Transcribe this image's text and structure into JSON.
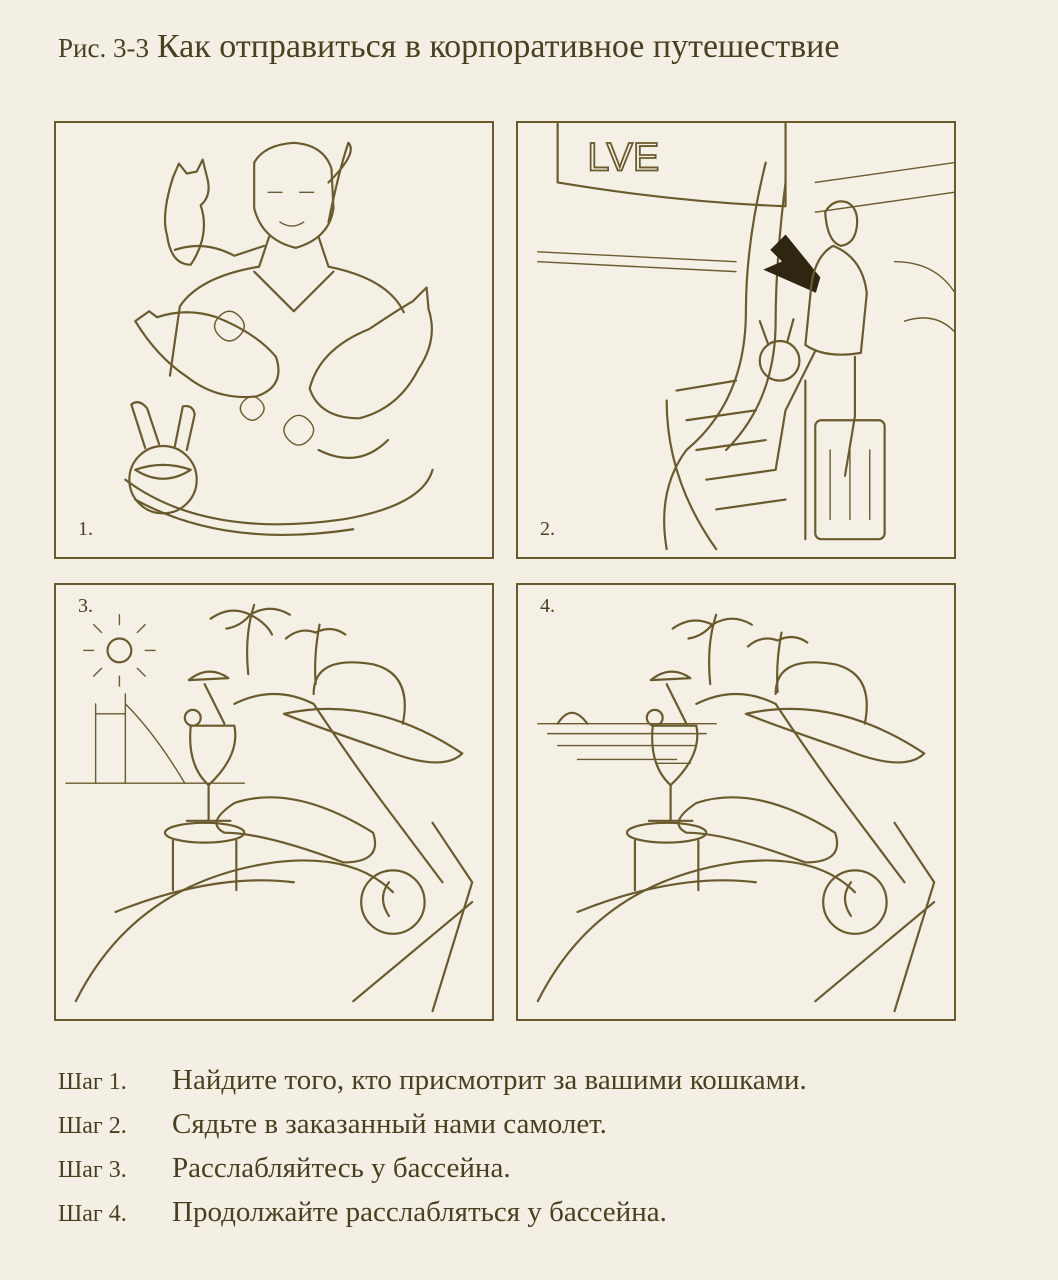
{
  "caption": {
    "figure": "Рис. 3-3",
    "title": "Как отправиться в корпоративное путешествие"
  },
  "panels": [
    {
      "number": "1.",
      "sign": ""
    },
    {
      "number": "2.",
      "sign": "LVE"
    },
    {
      "number": "3."
    },
    {
      "number": "4."
    }
  ],
  "steps": [
    {
      "label": "Шаг 1.",
      "text": "Найдите того, кто присмотрит за вашими кошками."
    },
    {
      "label": "Шаг 2.",
      "text": "Сядьте в заказанный нами самолет."
    },
    {
      "label": "Шаг 3.",
      "text": "Расслабляйтесь у бассейна."
    },
    {
      "label": "Шаг 4.",
      "text": "Продолжайте расслабляться у бассейна."
    }
  ],
  "colors": {
    "ink": "#6b5a2c",
    "paper": "#f3efe4"
  }
}
